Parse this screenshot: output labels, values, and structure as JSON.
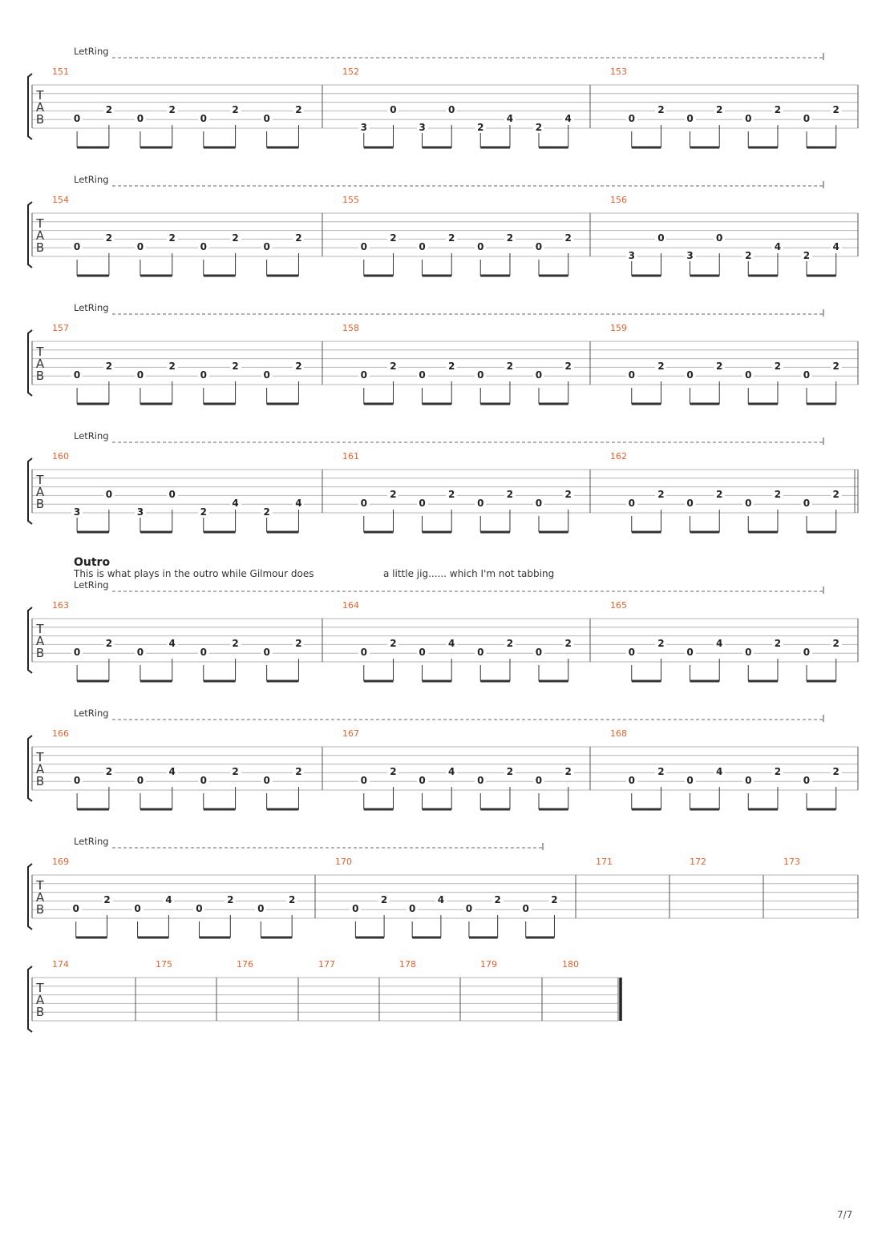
{
  "page_number": "7/7",
  "let_ring_label": "LetRing",
  "tab_letters": [
    "T",
    "A",
    "B"
  ],
  "outro": {
    "title": "Outro",
    "text_part1": "This is what plays in the outro while Gilmour does",
    "text_part2": "a little jig...... which I'm not tabbing"
  },
  "systems": [
    {
      "bars": [
        {
          "number": "151",
          "notes": [
            [
              "0",
              "2"
            ],
            [
              "0",
              "2"
            ],
            [
              "0",
              "2"
            ],
            [
              "0",
              "2"
            ]
          ],
          "pattern": "A"
        },
        {
          "number": "152",
          "notes": [
            [
              "3",
              "0"
            ],
            [
              "3",
              "0"
            ],
            [
              "2",
              "4"
            ],
            [
              "2",
              "4"
            ]
          ],
          "pattern": "B"
        },
        {
          "number": "153",
          "notes": [
            [
              "0",
              "2"
            ],
            [
              "0",
              "2"
            ],
            [
              "0",
              "2"
            ],
            [
              "0",
              "2"
            ]
          ],
          "pattern": "A"
        }
      ]
    },
    {
      "bars": [
        {
          "number": "154",
          "notes": [
            [
              "0",
              "2"
            ],
            [
              "0",
              "2"
            ],
            [
              "0",
              "2"
            ],
            [
              "0",
              "2"
            ]
          ],
          "pattern": "A"
        },
        {
          "number": "155",
          "notes": [
            [
              "0",
              "2"
            ],
            [
              "0",
              "2"
            ],
            [
              "0",
              "2"
            ],
            [
              "0",
              "2"
            ]
          ],
          "pattern": "A"
        },
        {
          "number": "156",
          "notes": [
            [
              "3",
              "0"
            ],
            [
              "3",
              "0"
            ],
            [
              "2",
              "4"
            ],
            [
              "2",
              "4"
            ]
          ],
          "pattern": "B"
        }
      ]
    },
    {
      "bars": [
        {
          "number": "157",
          "notes": [
            [
              "0",
              "2"
            ],
            [
              "0",
              "2"
            ],
            [
              "0",
              "2"
            ],
            [
              "0",
              "2"
            ]
          ],
          "pattern": "A"
        },
        {
          "number": "158",
          "notes": [
            [
              "0",
              "2"
            ],
            [
              "0",
              "2"
            ],
            [
              "0",
              "2"
            ],
            [
              "0",
              "2"
            ]
          ],
          "pattern": "A"
        },
        {
          "number": "159",
          "notes": [
            [
              "0",
              "2"
            ],
            [
              "0",
              "2"
            ],
            [
              "0",
              "2"
            ],
            [
              "0",
              "2"
            ]
          ],
          "pattern": "A"
        }
      ]
    },
    {
      "bars": [
        {
          "number": "160",
          "notes": [
            [
              "3",
              "0"
            ],
            [
              "3",
              "0"
            ],
            [
              "2",
              "4"
            ],
            [
              "2",
              "4"
            ]
          ],
          "pattern": "B"
        },
        {
          "number": "161",
          "notes": [
            [
              "0",
              "2"
            ],
            [
              "0",
              "2"
            ],
            [
              "0",
              "2"
            ],
            [
              "0",
              "2"
            ]
          ],
          "pattern": "A"
        },
        {
          "number": "162",
          "notes": [
            [
              "0",
              "2"
            ],
            [
              "0",
              "2"
            ],
            [
              "0",
              "2"
            ],
            [
              "0",
              "2"
            ]
          ],
          "pattern": "A"
        }
      ]
    },
    {
      "bars": [
        {
          "number": "163",
          "notes": [
            [
              "0",
              "2"
            ],
            [
              "0",
              "4"
            ],
            [
              "0",
              "2"
            ],
            [
              "0",
              "2"
            ]
          ],
          "pattern": "A"
        },
        {
          "number": "164",
          "notes": [
            [
              "0",
              "2"
            ],
            [
              "0",
              "4"
            ],
            [
              "0",
              "2"
            ],
            [
              "0",
              "2"
            ]
          ],
          "pattern": "A"
        },
        {
          "number": "165",
          "notes": [
            [
              "0",
              "2"
            ],
            [
              "0",
              "4"
            ],
            [
              "0",
              "2"
            ],
            [
              "0",
              "2"
            ]
          ],
          "pattern": "A"
        }
      ]
    },
    {
      "bars": [
        {
          "number": "166",
          "notes": [
            [
              "0",
              "2"
            ],
            [
              "0",
              "4"
            ],
            [
              "0",
              "2"
            ],
            [
              "0",
              "2"
            ]
          ],
          "pattern": "A"
        },
        {
          "number": "167",
          "notes": [
            [
              "0",
              "2"
            ],
            [
              "0",
              "4"
            ],
            [
              "0",
              "2"
            ],
            [
              "0",
              "2"
            ]
          ],
          "pattern": "A"
        },
        {
          "number": "168",
          "notes": [
            [
              "0",
              "2"
            ],
            [
              "0",
              "4"
            ],
            [
              "0",
              "2"
            ],
            [
              "0",
              "2"
            ]
          ],
          "pattern": "A"
        }
      ]
    },
    {
      "bars": [
        {
          "number": "169",
          "notes": [
            [
              "0",
              "2"
            ],
            [
              "0",
              "4"
            ],
            [
              "0",
              "2"
            ],
            [
              "0",
              "2"
            ]
          ],
          "pattern": "A"
        },
        {
          "number": "170",
          "notes": [
            [
              "0",
              "2"
            ],
            [
              "0",
              "4"
            ],
            [
              "0",
              "2"
            ],
            [
              "0",
              "2"
            ]
          ],
          "pattern": "A"
        },
        {
          "number": "171",
          "notes": [],
          "pattern": ""
        },
        {
          "number": "172",
          "notes": [],
          "pattern": ""
        },
        {
          "number": "173",
          "notes": [],
          "pattern": ""
        }
      ]
    },
    {
      "bars": [
        {
          "number": "174",
          "notes": [],
          "pattern": ""
        },
        {
          "number": "175",
          "notes": [],
          "pattern": ""
        },
        {
          "number": "176",
          "notes": [],
          "pattern": ""
        },
        {
          "number": "177",
          "notes": [],
          "pattern": ""
        },
        {
          "number": "178",
          "notes": [],
          "pattern": ""
        },
        {
          "number": "179",
          "notes": [],
          "pattern": ""
        },
        {
          "number": "180",
          "notes": [],
          "pattern": ""
        }
      ]
    }
  ]
}
